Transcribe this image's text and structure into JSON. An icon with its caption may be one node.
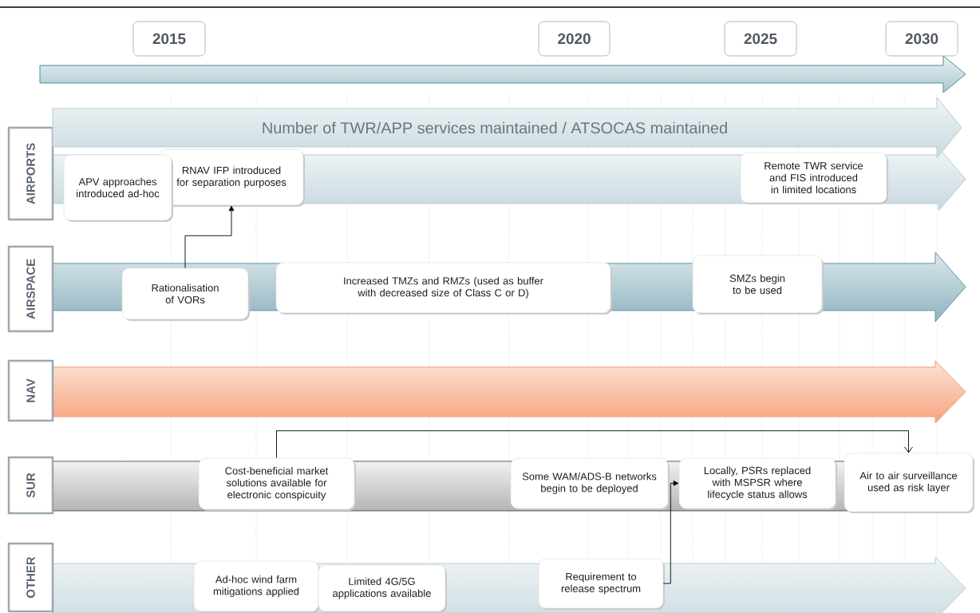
{
  "diagram": {
    "nodes": [
      {
        "text": [
          "2015"
        ]
      },
      {
        "text": [
          "2020"
        ]
      },
      {
        "text": [
          "2025"
        ]
      },
      {
        "text": [
          "2030"
        ]
      },
      {
        "text": [
          "AIRPORTS"
        ]
      },
      {
        "text": [
          "Number of TWR/APP services maintained / ATSOCAS maintained"
        ]
      },
      {
        "text": [
          "APV approaches introduced ad-hoc"
        ]
      },
      {
        "text": [
          "RNAV IFP introduced for separation purposes"
        ]
      },
      {
        "text": [
          "Remote TWR service and FIS introduced in limited locations"
        ]
      },
      {
        "text": [
          "AIRSPACE"
        ]
      },
      {
        "text": [
          "Rationalisation of VORs"
        ]
      },
      {
        "text": [
          "Increased TMZs and RMZs (used as buffer with decreased size of Class C or D)"
        ]
      },
      {
        "text": [
          "SMZs begin to be used"
        ]
      },
      {
        "text": [
          "NAV"
        ]
      },
      {
        "text": [
          "SUR"
        ]
      },
      {
        "text": [
          "Cost-beneficial market solutions available for electronic conspicuity"
        ]
      },
      {
        "text": [
          "Some WAM/ADS-B networks begin to be deployed"
        ]
      },
      {
        "text": [
          "Locally, PSRs replaced with MSPSR where lifecycle status allows"
        ]
      },
      {
        "text": [
          "Air to air surveillance used as risk layer"
        ]
      },
      {
        "text": [
          "OTHER"
        ]
      },
      {
        "text": [
          "Ad-hoc wind farm mitigations applied"
        ]
      },
      {
        "text": [
          "Limited 4G/5G applications available"
        ]
      },
      {
        "text": [
          "Requirement to release spectrum"
        ]
      }
    ],
    "edges": [
      {
        "from": 10,
        "to": 7,
        "arrow": "to"
      },
      {
        "from": 15,
        "to": 18,
        "arrow": "to"
      },
      {
        "from": 22,
        "to": 17,
        "arrow": "to"
      }
    ]
  }
}
